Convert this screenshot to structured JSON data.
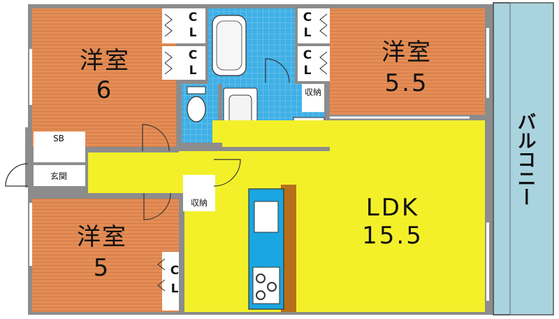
{
  "rooms": {
    "western_room_1": {
      "name": "洋室",
      "size": "6"
    },
    "western_room_2": {
      "name": "洋室",
      "size": "5.5"
    },
    "western_room_3": {
      "name": "洋室",
      "size": "5"
    },
    "ldk": {
      "name": "LDK",
      "size": "15.5"
    },
    "entrance": "玄関",
    "shoe_box": "SB",
    "balcony": "バルコニー",
    "storage_bath": "収納",
    "storage_hall": "収納"
  },
  "closets": [
    {
      "c": "C",
      "l": "L"
    },
    {
      "c": "C",
      "l": "L"
    },
    {
      "c": "C",
      "l": "L"
    },
    {
      "c": "C",
      "l": "L"
    },
    {
      "c": "C",
      "l": "L"
    }
  ],
  "colors": {
    "wall": "#8c8c8c",
    "western_room": "#e48c55",
    "ldk": "#f3f02a",
    "wet_area": "#3fb0e6",
    "balcony": "#a9d3de",
    "kitchen_counter": "#1aa6e0",
    "counter_wood": "#b7701a"
  }
}
